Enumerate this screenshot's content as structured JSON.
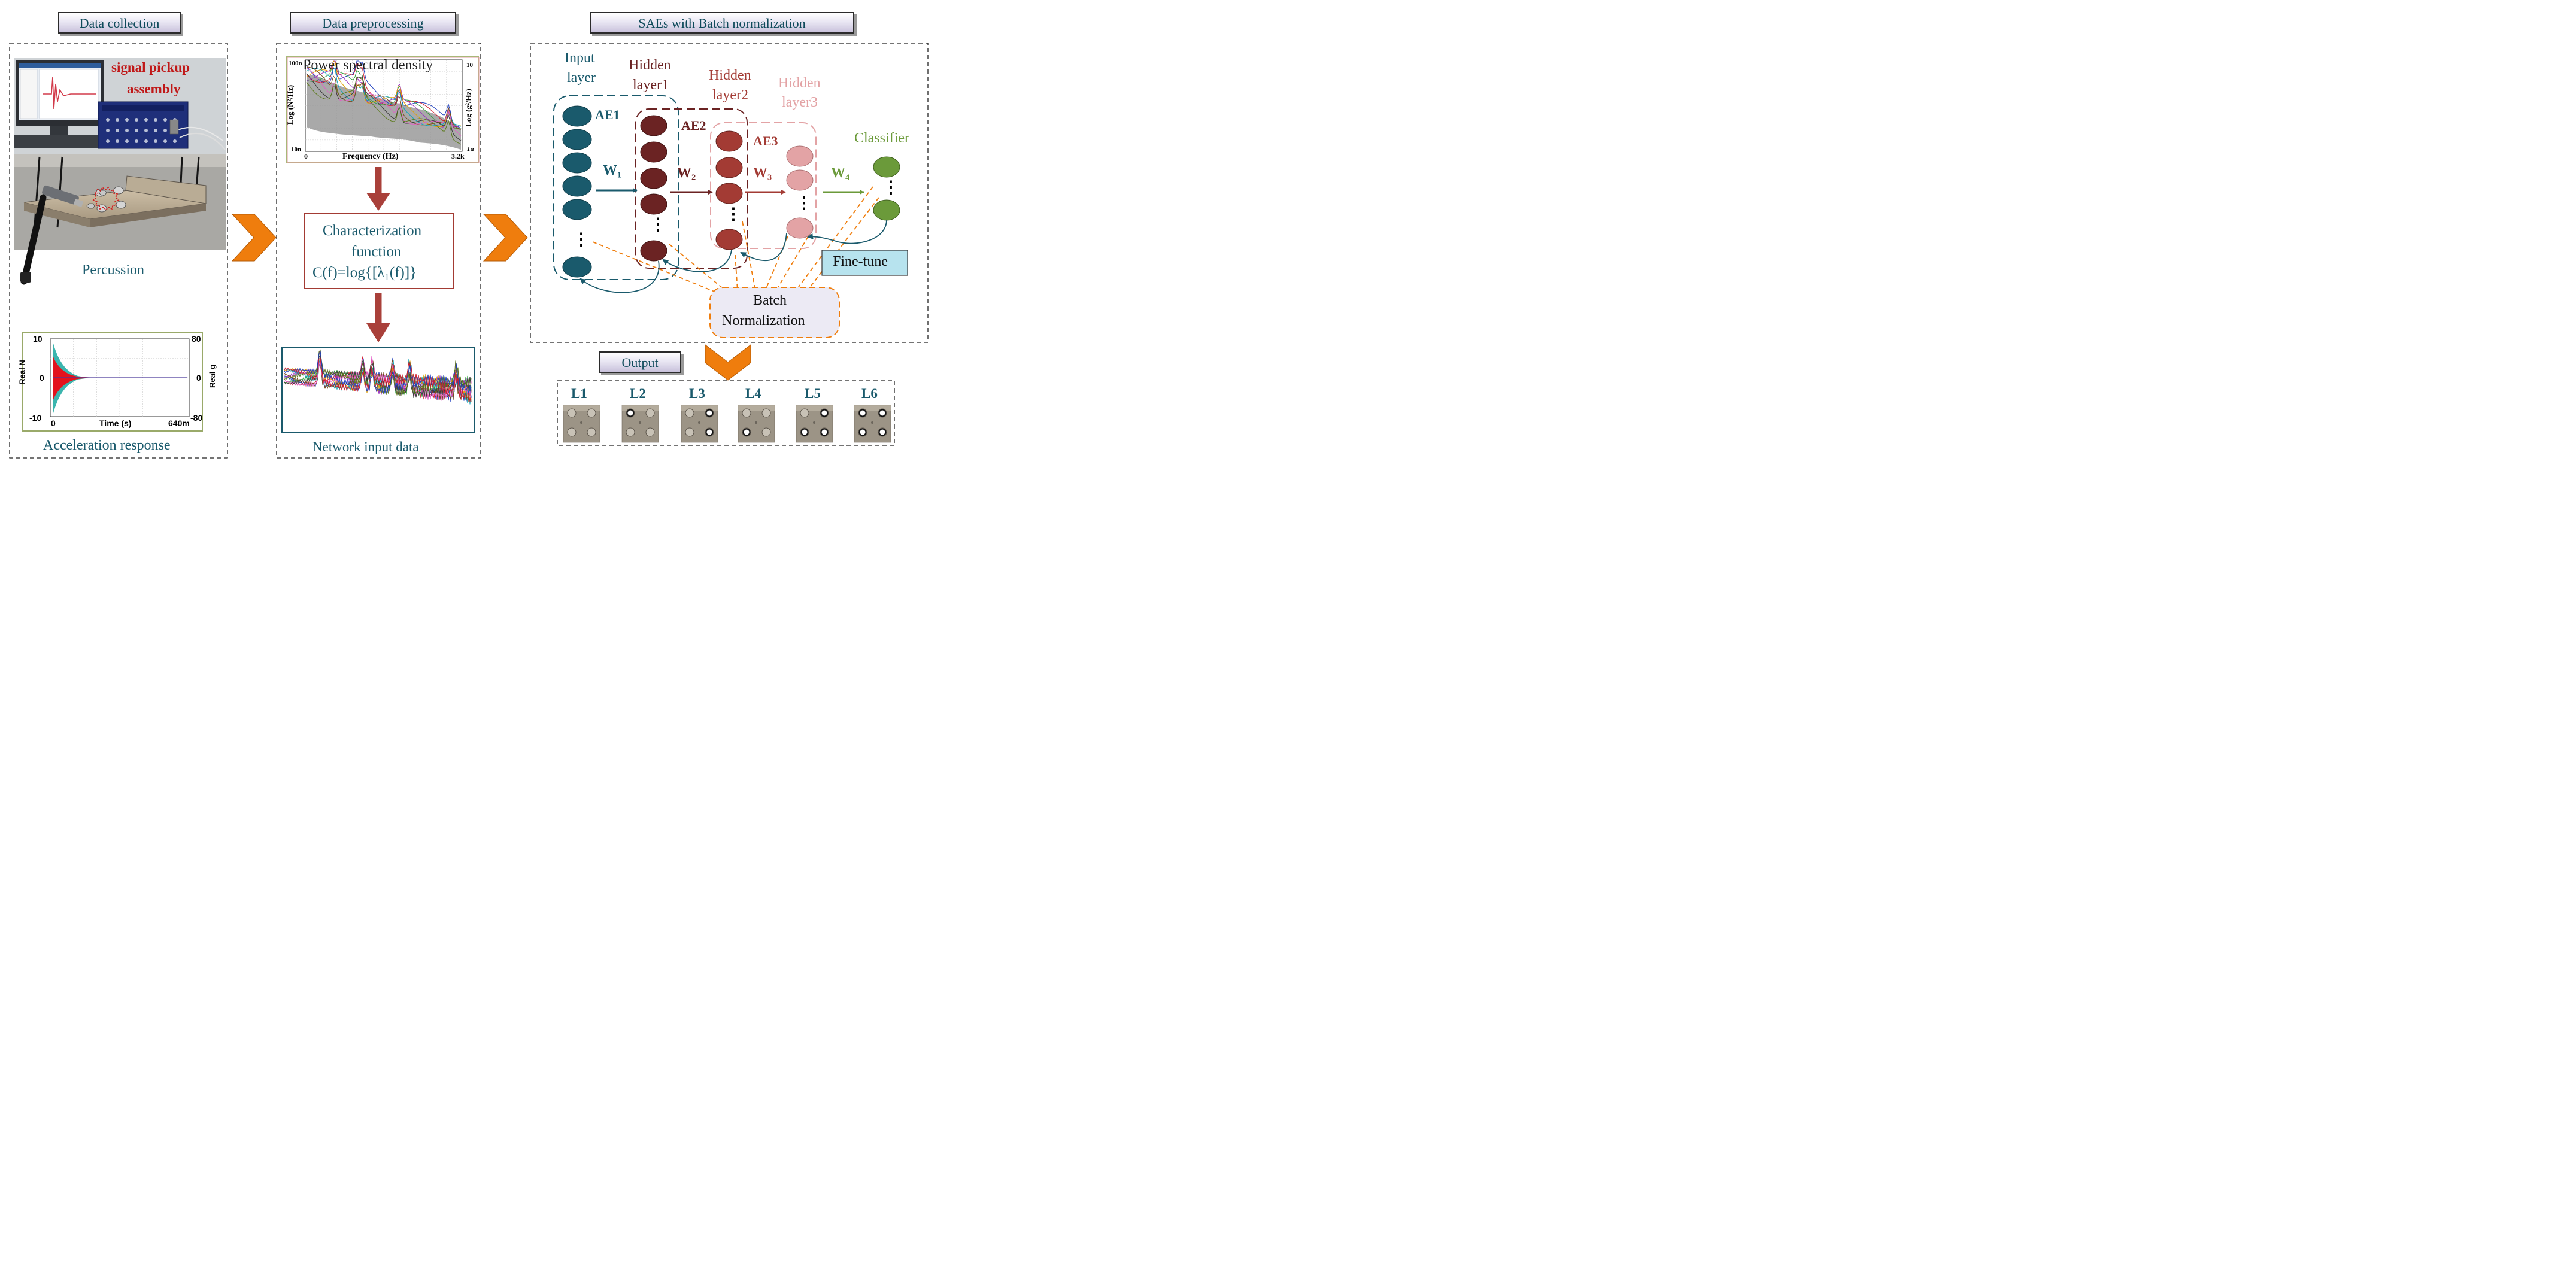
{
  "colors": {
    "teal": "#1a5a6c",
    "brown": "#6b2323",
    "red": "#a33b34",
    "pink": "#e3a3a5",
    "green": "#6b9a3a",
    "orange": "#ef7d0d",
    "arrow_red": "#a9403a"
  },
  "sections": {
    "collection": "Data collection",
    "preprocessing": "Data preprocessing",
    "saes": "SAEs with Batch normalization",
    "output": "Output"
  },
  "collection": {
    "pickup_line1": "signal pickup",
    "pickup_line2": "assembly",
    "percussion": "Percussion",
    "response_caption": "Acceleration response",
    "plot": {
      "y_left_ticks": [
        "10",
        "0",
        "-10"
      ],
      "y_right_ticks": [
        "80",
        "0",
        "-80"
      ],
      "y_left_label": "Real N",
      "y_right_label": "Real g",
      "x_start": "0",
      "x_end": "640m",
      "x_label": "Time (s)"
    }
  },
  "preprocessing": {
    "psd_title": "Power spectral density",
    "psd": {
      "y_left_top": "100n",
      "y_left_bottom": "10n",
      "y_right_top": "10",
      "y_right_bottom": "1u",
      "y_left_label": "Log (N²/Hz)",
      "y_right_label": "Log (g²/Hz)",
      "x_start": "0",
      "x_end": "3.2k",
      "x_label": "Frequency (Hz)"
    },
    "char_line1": "Characterization",
    "char_line2": "function",
    "formula": "C(f)=log{[λ₁(f)]}",
    "network_caption": "Network input data"
  },
  "saes": {
    "input_layer": [
      "Input",
      "layer"
    ],
    "hidden1": [
      "Hidden",
      "layer1"
    ],
    "hidden2": [
      "Hidden",
      "layer2"
    ],
    "hidden3": [
      "Hidden",
      "layer3"
    ],
    "classifier": "Classifier",
    "ae_labels": [
      "AE1",
      "AE2",
      "AE3"
    ],
    "weights": [
      "W₁",
      "W₂",
      "W₃",
      "W₄"
    ],
    "fine_tune": "Fine-tune",
    "batch_norm": [
      "Batch",
      "Normalization"
    ],
    "ellipsis": "⋮"
  },
  "output": {
    "labels": [
      "L1",
      "L2",
      "L3",
      "L4",
      "L5",
      "L6"
    ]
  }
}
